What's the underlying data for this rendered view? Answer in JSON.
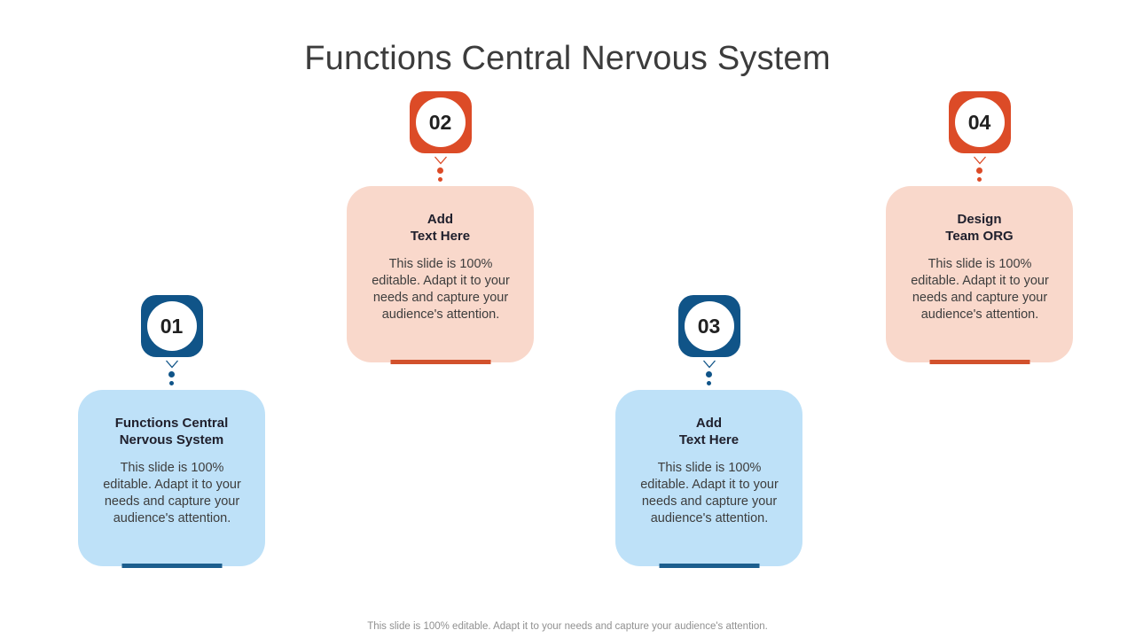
{
  "slide": {
    "title": "Functions Central Nervous System",
    "footer": "This slide is 100% editable. Adapt it to your needs and capture your audience's attention."
  },
  "colors": {
    "orange": "#DC4B27",
    "orange_bar": "#D2512C",
    "orange_card": "#F9D8CB",
    "blue": "#105488",
    "blue_bar": "#1C5E8E",
    "blue_card": "#BEE1F8"
  },
  "items": [
    {
      "number": "01",
      "theme": "blue",
      "heading": "Functions Central\nNervous System",
      "body": "This slide is 100% editable. Adapt it to your needs and capture your audience's attention."
    },
    {
      "number": "02",
      "theme": "orange",
      "heading": "Add\nText Here",
      "body": "This slide is 100% editable. Adapt it to your needs and capture your audience's attention."
    },
    {
      "number": "03",
      "theme": "blue",
      "heading": "Add\nText Here",
      "body": "This slide is 100% editable. Adapt it to your needs and capture your audience's attention."
    },
    {
      "number": "04",
      "theme": "orange",
      "heading": "Design\nTeam ORG",
      "body": "This slide is 100% editable. Adapt it to your needs and capture your audience's attention."
    }
  ]
}
